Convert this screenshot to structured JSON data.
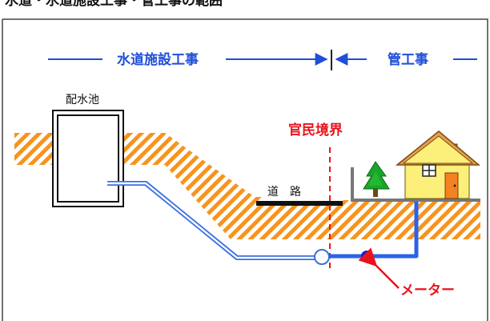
{
  "header": {
    "title_partial": "水道・水道施設工事・管工事の範囲"
  },
  "labels": {
    "section_water_facility": "水道施設工事",
    "section_pipe": "管工事",
    "reservoir": "配水池",
    "boundary": "官民境界",
    "road": "道　路",
    "meter": "メーター"
  },
  "colors": {
    "hatch": "#f7941d",
    "water_pipe_outline": "#3b6fe0",
    "service_pipe": "#2a62ea",
    "boundary_line": "#e8141c",
    "label_blue": "#1f4fd8",
    "label_red": "#e8141c"
  },
  "icons": {
    "house": "house-icon",
    "tree": "tree-icon",
    "meter": "meter-icon"
  }
}
